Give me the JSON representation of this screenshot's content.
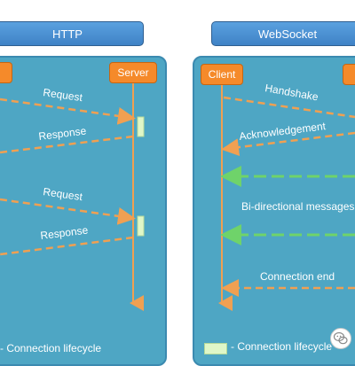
{
  "left_header": {
    "title": "HTTP"
  },
  "right_header": {
    "title": "WebSocket"
  },
  "http_panel": {
    "server_label": "Server",
    "messages": [
      "Request",
      "Response",
      "Request",
      "Response"
    ],
    "legend": "- Connection lifecycle"
  },
  "ws_panel": {
    "client_label": "Client",
    "messages": [
      "Handshake",
      "Acknowledgement",
      "Bi-directional messages",
      "Connection end"
    ],
    "legend": "- Connection lifecycle"
  },
  "colors": {
    "panel": "#4ea6c4",
    "header": "#4a8fd3",
    "actor": "#f58a2a",
    "arrow_orange": "#f0a052",
    "arrow_green": "#6fd36a",
    "lifecycle": "#dff7c8"
  }
}
